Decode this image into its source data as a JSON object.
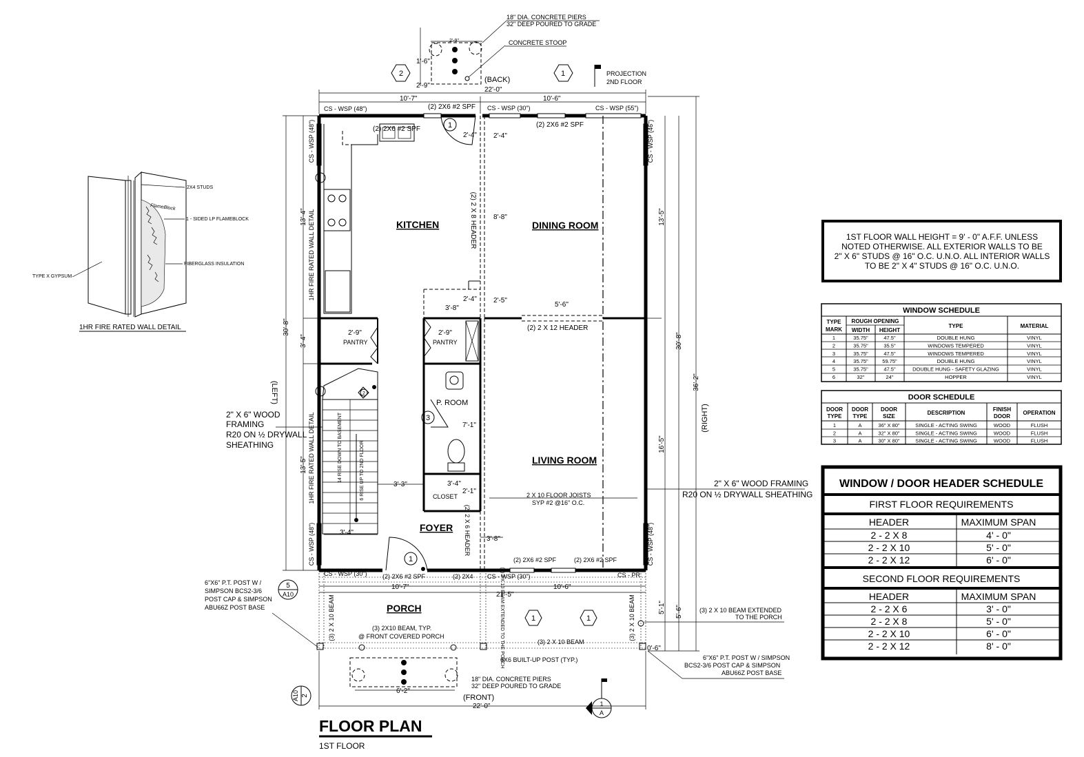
{
  "title": "FLOOR PLAN",
  "subtitle": "1ST FLOOR",
  "rooms": {
    "kitchen": "KITCHEN",
    "dining": "DINING ROOM",
    "living": "LIVING ROOM",
    "foyer": "FOYER",
    "porch": "PORCH",
    "pantry_left": "PANTRY",
    "pantry_right": "PANTRY",
    "powder": "P. ROOM",
    "closet": "CLOSET"
  },
  "orientation": {
    "back": "(BACK)",
    "front": "(FRONT)",
    "left": "(LEFT)",
    "right": "(RIGHT)"
  },
  "dims": {
    "top_total": "22'-0\"",
    "top_left": "10'-7\"",
    "top_right": "10'-6\"",
    "bot_total": "22'-0\"",
    "bot_left": "10'-7\"",
    "bot_right": "10'-6\"",
    "bot_mid": "21'-5\"",
    "left_top": "13'-4\"",
    "left_mid": "3'-4\"",
    "left_bot": "13'-5\"",
    "left_total": "30'-8\"",
    "right_top": "13'-5\"",
    "right_bot": "16'-5\"",
    "right_total": "30'-8\"",
    "right_outer": "36'-2\"",
    "right_porch": "5'-1\"",
    "right_porch_outer": "5'-6\"",
    "kitchen_w1": "2'-4\"",
    "kitchen_w2": "2'-4\"",
    "kitchen_h": "8'-8\"",
    "kitchen_w3": "2'-4\"",
    "kitchen_w4": "3'-8\"",
    "kitchen_w5": "2'-5\"",
    "dining_w": "5'-6\"",
    "pantry_l": "2'-9\"",
    "pantry_r": "2'-9\"",
    "proom_h": "7'-1\"",
    "closet_w": "3'-4\"",
    "closet_h": "2'-1\"",
    "stair_w": "3'-3\"",
    "stair_bot": "3'-4\"",
    "foyer_h": "3'-8\"",
    "pier_top_w": "2'-9\"",
    "pier_top_a": "1'-6\"",
    "pier_top_b": "2'-9\"",
    "pier_bot_w": "6'-2\"",
    "porch_corner": "0'-6\""
  },
  "labels": {
    "cs_wsp_48": "CS - WSP (48\")",
    "cs_wsp_30": "CS - WSP (30\")",
    "cs_wsp_55": "CS - WSP (55\")",
    "cs_wsp_48_v": "CS - WSP (48\")",
    "cs_wsp_46_v": "CS - WSP (46\")",
    "cs_wsp_48_v2": "CS - WSP (48\")",
    "cs_wsp_48_v3": "CS - WSP (48\")",
    "cs_wsp_30_b1": "CS - WSP (30\")",
    "cs_wsp_30_b2": "CS - WSP (30\")",
    "cs_pr": "CS - PR",
    "hdr_2x6_top": "(2) 2X6 #2 SPF",
    "hdr_2x6_kit": "(2) 2X6 #2 SPF",
    "hdr_2x6_din": "(2) 2X6 #2 SPF",
    "hdr_2x8": "(2) 2 X 8 HEADER",
    "hdr_2x12": "(2) 2 X 12 HEADER",
    "hdr_2x6_foy": "(2) 2X6 #2 SPF",
    "hdr_2x4": "(2) 2X4",
    "hdr_2x6_bot1": "(2) 2X6 #2 SPF",
    "hdr_2x6_bot2": "(2) 2X6 #2 SPF",
    "hdr_2x6_v": "(2) 2 X 6 HEADER",
    "fire_wall_top": "1HR FIRE RATED WALL DETAIL",
    "fire_wall_bot": "1HR FIRE RATED WALL DETAIL",
    "stair_down": "14 RISE DOWN TO BASEMENT",
    "stair_up": "6 RISE UP TO 2ND FLOOR",
    "joists1": "2 X 10 FLOOR JOISTS",
    "joists2": "SYP #2 @16\" O.C.",
    "projection1": "PROJECTION",
    "projection2": "2ND FLOOR",
    "pier_top1": "18\" DIA. CONCRETE PIERS",
    "pier_top2": "32\" DEEP POURED TO GRADE",
    "stoop": "CONCRETE STOOP",
    "pier_bot1": "18\" DIA. CONCRETE PIERS",
    "pier_bot2": "32\" DEEP POURED TO GRADE",
    "beam_front1": "(3) 2X10 BEAM, TYP.",
    "beam_front2": "@ FRONT COVERED PORCH",
    "beam_3x10_h": "(3) 2 X 10 BEAM",
    "beam_3x10_v1": "(3) 2 X 10 BEAM",
    "beam_3x10_v2": "(3) 2 X 10 BEAM",
    "beam_ext_v": "(3) 2 X 10 BEAM EXTENDED TO THE PORCH",
    "beam_ext1": "(3) 2 X 10 BEAM EXTENDED",
    "beam_ext2": "TO THE PORCH",
    "post_built": "6X6 BUILT-UP POST (TYP.)",
    "post_l1": "6\"X6\" P.T. POST W /",
    "post_l2": "SIMPSON BCS2-3/6",
    "post_l3": "POST CAP & SIMPSON",
    "post_l4": "ABU66Z POST BASE",
    "post_r1": "6\"X6\" P.T. POST W / SIMPSON",
    "post_r2": "BCS2-3/6 POST CAP & SIMPSON",
    "post_r3": "ABU66Z POST BASE",
    "frame_l1": "2\" X 6\" WOOD",
    "frame_l2": "FRAMING",
    "frame_l3": "R20 ON ½ DRYWALL",
    "frame_l4": "SHEATHING",
    "frame_r1": "2\" X 6\" WOOD FRAMING",
    "frame_r2": "R20 ON ½ DRYWALL SHEATHING",
    "tag_1": "1",
    "tag_2": "2",
    "tag_3": "3",
    "tag_1a": "1",
    "tag_1b": "1",
    "tag_1c": "1",
    "tag_1d": "1",
    "tag_2b": "2",
    "sec5_top": "5",
    "sec5_bot": "A10",
    "sec2_top": "2",
    "sec2_bot": "A10",
    "secA_top": "1",
    "secA_bot": "A"
  },
  "wall_detail": {
    "caption": "1HR FIRE RATED WALL DETAIL",
    "studs": "2X4 STUDS",
    "flameblock": "1 - SIDED LP FLAMEBLOCK",
    "insulation": "FIBERGLASS INSULATION",
    "gypsum": "TYPE X GYPSUM",
    "brand": "FlameBlock"
  },
  "general_note": [
    "1ST FLOOR WALL HEIGHT = 9' - 0\" A.F.F. UNLESS",
    "NOTED OTHERWISE. ALL EXTERIOR WALLS TO BE",
    "2\" X 6\" STUDS @ 16\" O.C. U.N.O. ALL INTERIOR WALLS",
    "TO BE 2\" X 4\" STUDS @ 16\" O.C. U.N.O."
  ],
  "window_schedule": {
    "title": "WINDOW SCHEDULE",
    "h_mark1": "TYPE",
    "h_mark2": "MARK",
    "h_rough": "ROUGH OPENING",
    "h_width": "WIDTH",
    "h_height": "HEIGHT",
    "h_type": "TYPE",
    "h_material": "MATERIAL",
    "rows": [
      [
        "1",
        "35.75\"",
        "47.5\"",
        "DOUBLE HUNG",
        "VINYL"
      ],
      [
        "2",
        "35.75\"",
        "35.5\"",
        "WINDOWS TEMPERED",
        "VINYL"
      ],
      [
        "3",
        "35.75\"",
        "47.5\"",
        "WINDOWS TEMPERED",
        "VINYL"
      ],
      [
        "4",
        "35.75\"",
        "59.75\"",
        "DOUBLE HUNG",
        "VINYL"
      ],
      [
        "5",
        "35.75\"",
        "47.5\"",
        "DOUBLE HUNG - SAFETY GLAZING",
        "VINYL"
      ],
      [
        "6",
        "32\"",
        "24\"",
        "HOPPER",
        "VINYL"
      ]
    ]
  },
  "door_schedule": {
    "title": "DOOR SCHEDULE",
    "h1": [
      "DOOR",
      "TYPE"
    ],
    "h2": [
      "DOOR",
      "TYPE"
    ],
    "h3": [
      "DOOR",
      "SIZE"
    ],
    "h4": "DESCRIPTION",
    "h5": [
      "FINISH",
      "DOOR"
    ],
    "h6": "OPERATION",
    "rows": [
      [
        "1",
        "A",
        "36\" X 80\"",
        "SINGLE - ACTING SWING",
        "WOOD",
        "FLUSH"
      ],
      [
        "2",
        "A",
        "32\" X 80\"",
        "SINGLE - ACTING SWING",
        "WOOD",
        "FLUSH"
      ],
      [
        "3",
        "A",
        "30\" X 80\"",
        "SINGLE - ACTING SWING",
        "WOOD",
        "FLUSH"
      ]
    ]
  },
  "header_schedule": {
    "title": "WINDOW / DOOR HEADER SCHEDULE",
    "first": "FIRST FLOOR REQUIREMENTS",
    "second": "SECOND FLOOR REQUIREMENTS",
    "col_header": "HEADER",
    "col_span": "MAXIMUM SPAN",
    "first_rows": [
      [
        "2 - 2 X 8",
        "4' - 0\""
      ],
      [
        "2 - 2 X 10",
        "5' - 0\""
      ],
      [
        "2 - 2 X 12",
        "6' - 0\""
      ]
    ],
    "second_rows": [
      [
        "2 - 2 X 6",
        "3' - 0\""
      ],
      [
        "2 - 2 X 8",
        "5' - 0\""
      ],
      [
        "2 - 2 X 10",
        "6' - 0\""
      ],
      [
        "2 - 2 X 12",
        "8' - 0\""
      ]
    ]
  }
}
